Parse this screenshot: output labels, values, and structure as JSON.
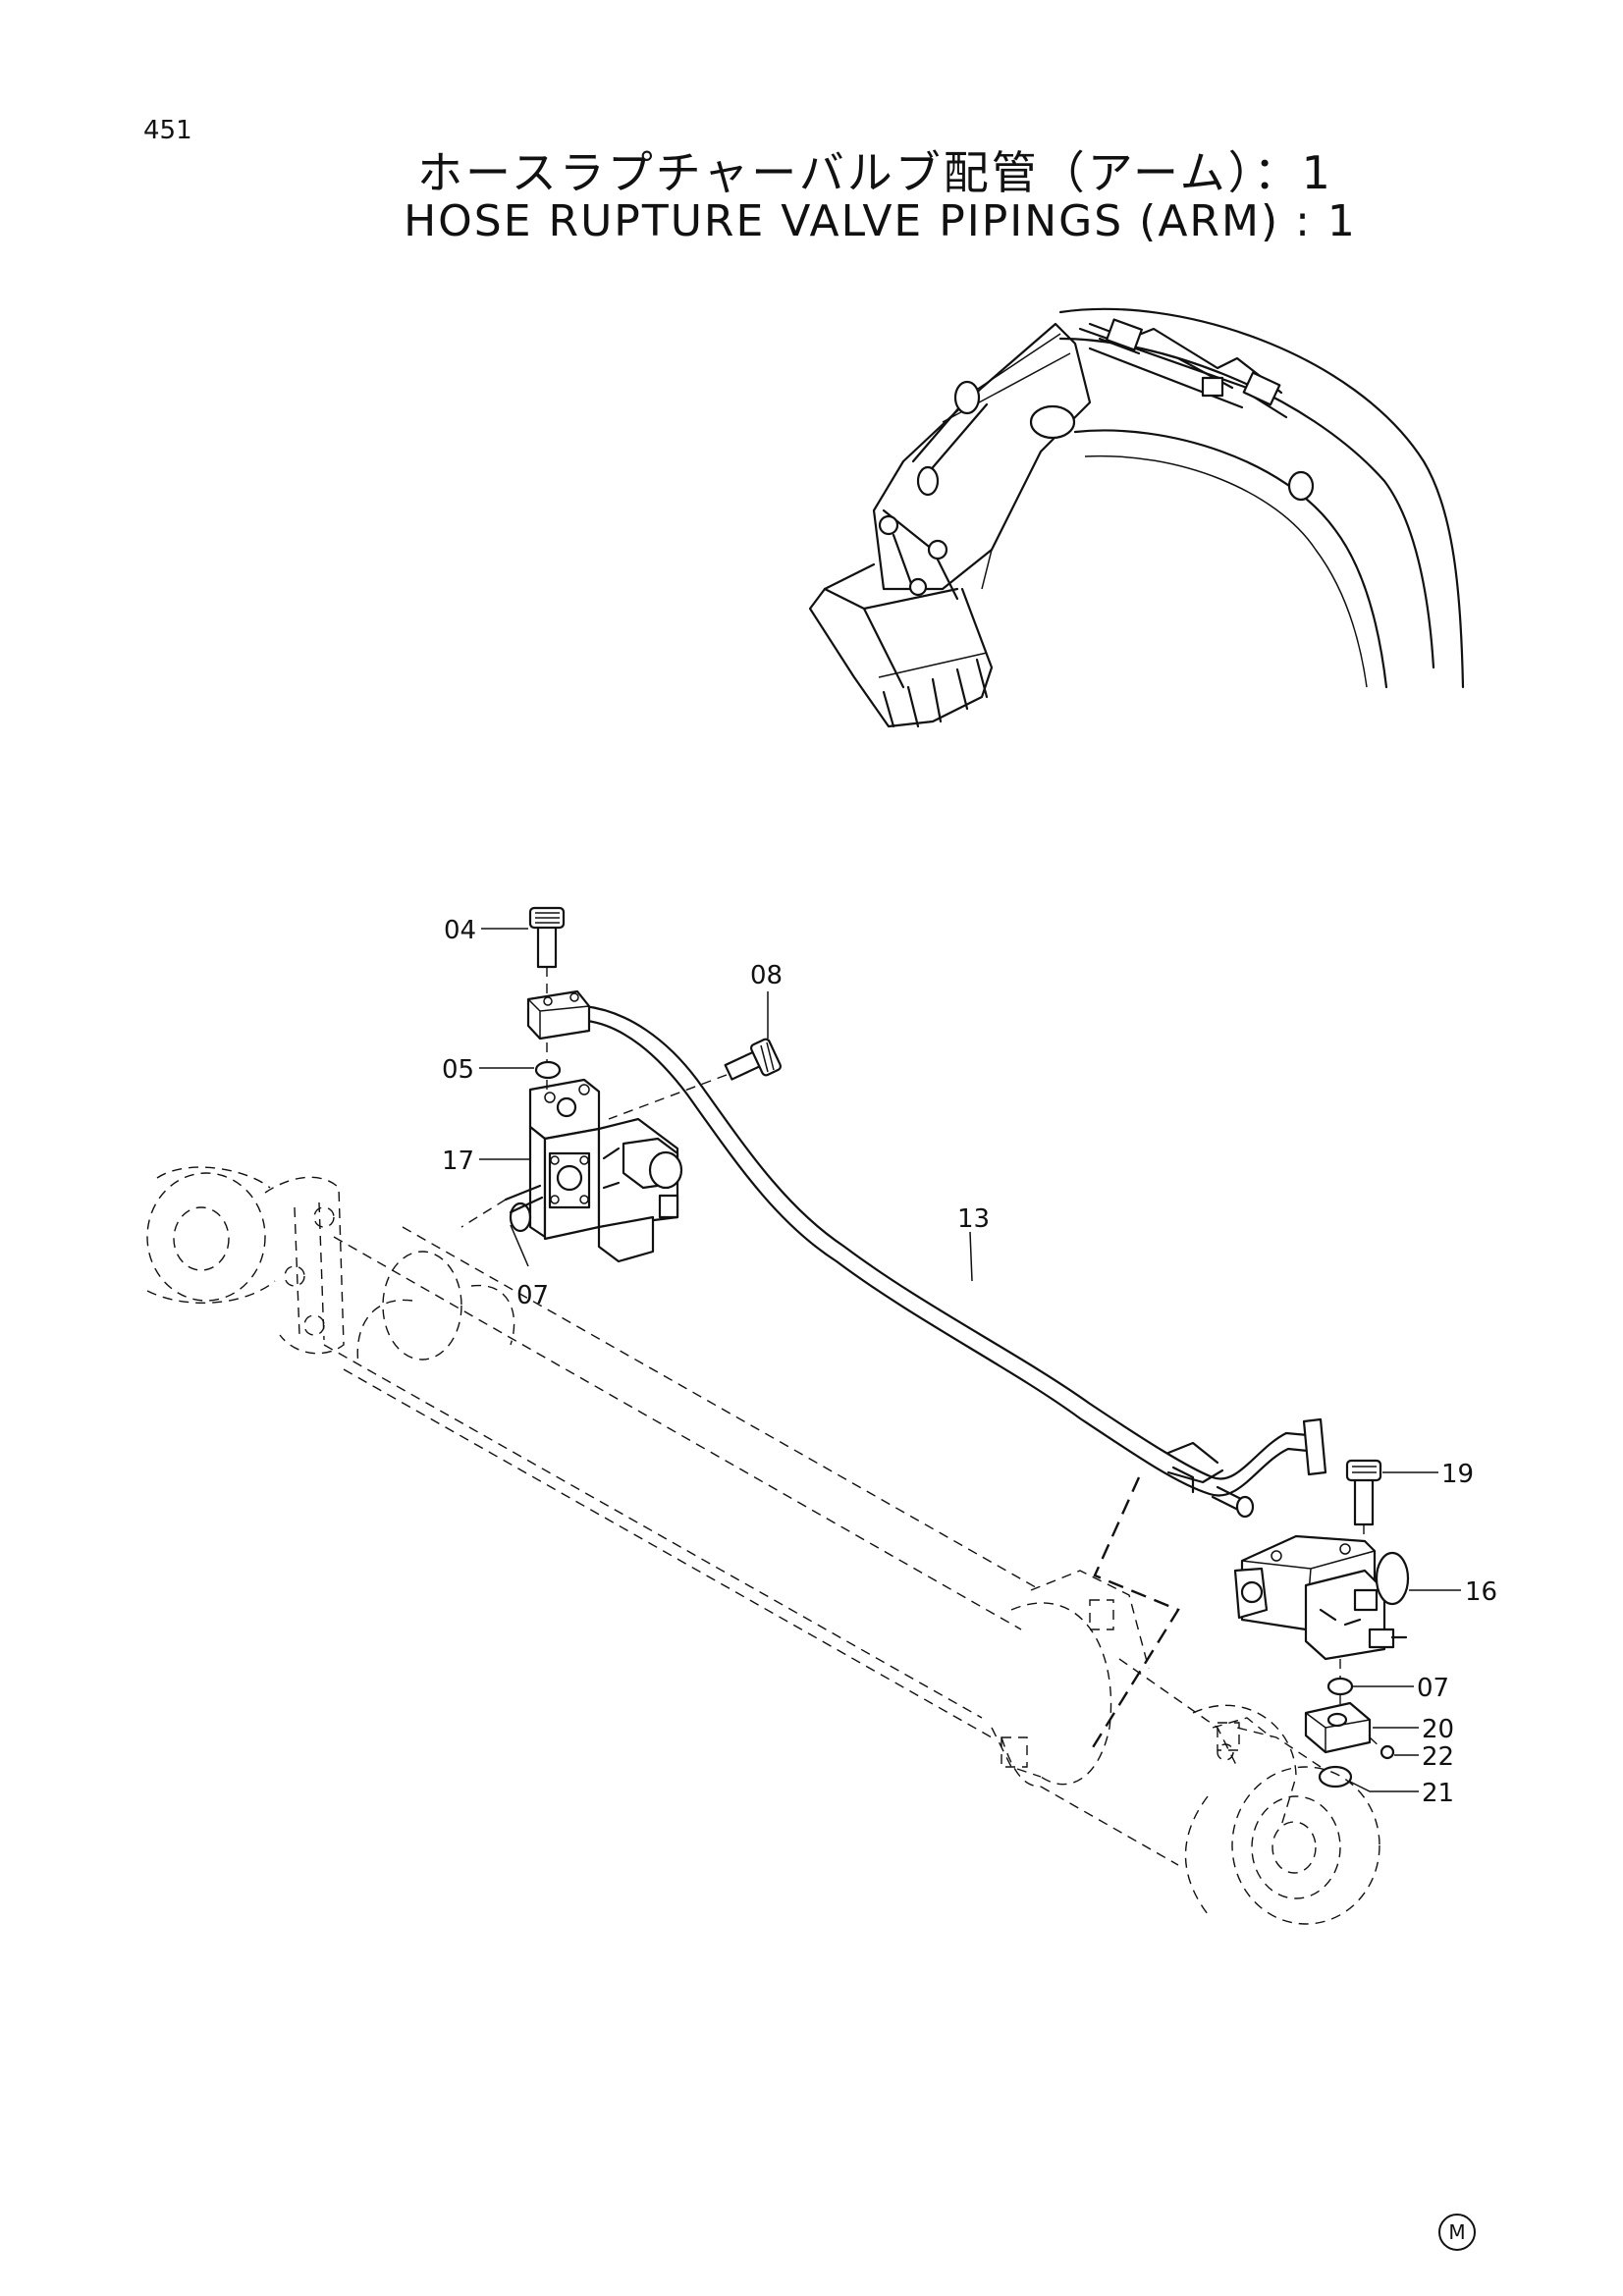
{
  "page_number": "451",
  "title_jp": "ホースラプチャーバルブ配管（アーム）：1",
  "title_en": "HOSE RUPTURE VALVE PIPINGS (ARM) : 1",
  "callouts": {
    "c04": "04",
    "c08": "08",
    "c05": "05",
    "c17": "17",
    "c07a": "07",
    "c13": "13",
    "c19": "19",
    "c16": "16",
    "c07b": "07",
    "c20": "20",
    "c22": "22",
    "c21": "21"
  },
  "corner_mark": "M"
}
